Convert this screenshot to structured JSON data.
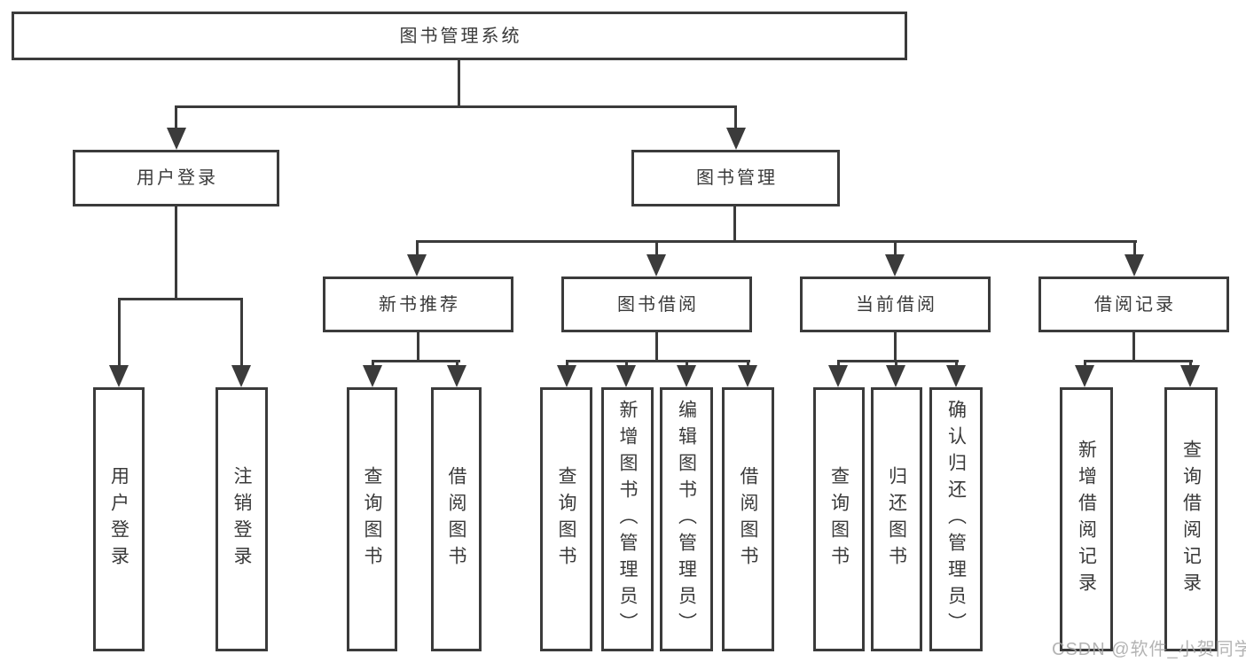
{
  "colors": {
    "line": "#3b3b3b",
    "text": "#3a3a3a",
    "background": "#ffffff",
    "watermark": "#a8a8a8"
  },
  "watermark": "CSDN @软件_小贺同学",
  "tree": {
    "label": "图书管理系统",
    "children": [
      {
        "label": "用户登录",
        "children": [
          {
            "label": "用户登录"
          },
          {
            "label": "注销登录"
          }
        ]
      },
      {
        "label": "图书管理",
        "children": [
          {
            "label": "新书推荐",
            "children": [
              {
                "label": "查询图书"
              },
              {
                "label": "借阅图书"
              }
            ]
          },
          {
            "label": "图书借阅",
            "children": [
              {
                "label": "查询图书"
              },
              {
                "label": "新增图书（管理员）"
              },
              {
                "label": "编辑图书（管理员）"
              },
              {
                "label": "借阅图书"
              }
            ]
          },
          {
            "label": "当前借阅",
            "children": [
              {
                "label": "查询图书"
              },
              {
                "label": "归还图书"
              },
              {
                "label": "确认归还（管理员）"
              }
            ]
          },
          {
            "label": "借阅记录",
            "children": [
              {
                "label": "新增借阅记录"
              },
              {
                "label": "查询借阅记录"
              }
            ]
          }
        ]
      }
    ]
  }
}
